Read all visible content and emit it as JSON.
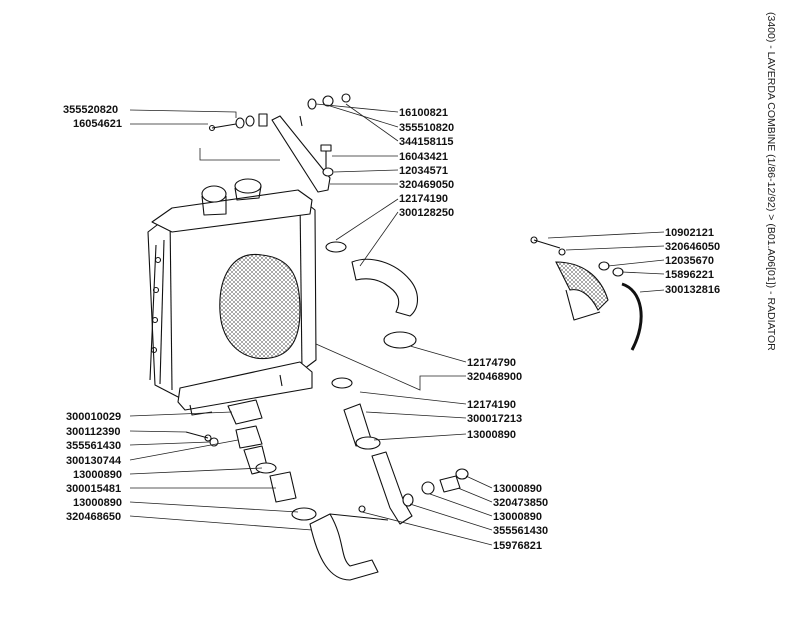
{
  "diagram": {
    "side_title": "(3400) - LAVERDA COMBINE (1/86-12/92) > (B01.A06[01]) - RADIATOR",
    "parts": [
      "355520820",
      "16054621",
      "16100821",
      "355510820",
      "344158115",
      "16043421",
      "12034571",
      "320469050",
      "12174190",
      "300128250",
      "10902121",
      "320646050",
      "12035670",
      "15896221",
      "300132816",
      "12174790",
      "320468900",
      "12174190",
      "300017213",
      "13000890",
      "300010029",
      "300112390",
      "355561430",
      "300130744",
      "13000890",
      "300015481",
      "13000890",
      "320468650",
      "13000890",
      "320473850",
      "13000890",
      "355561430",
      "15976821"
    ]
  }
}
